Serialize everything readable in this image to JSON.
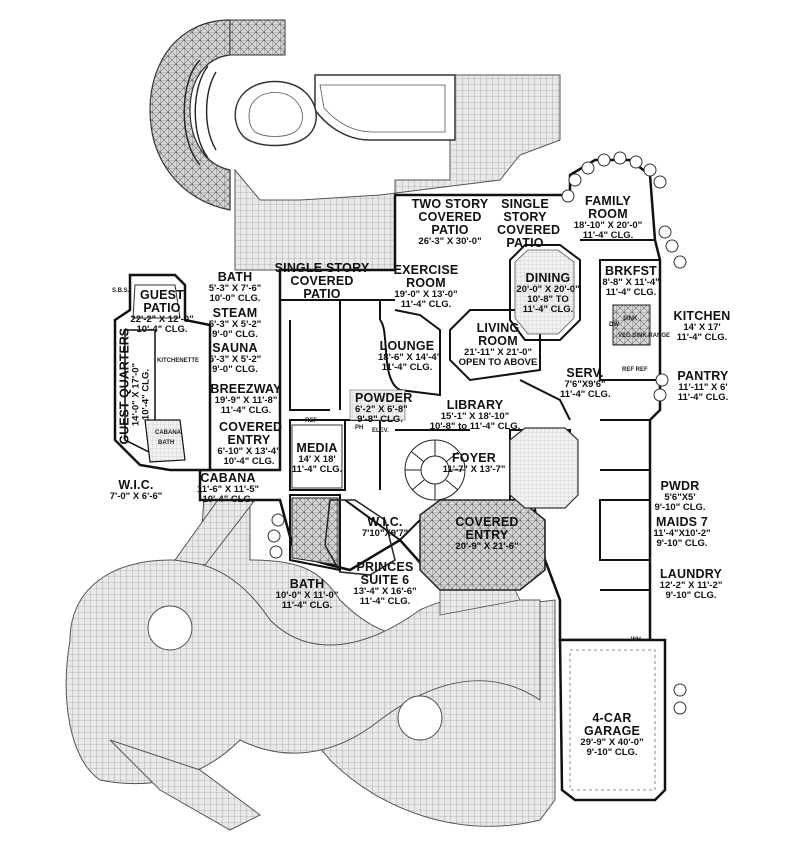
{
  "rooms": {
    "two_story_patio": {
      "name": "TWO STORY COVERED PATIO",
      "dim": "26'-3\" X 30'-0\""
    },
    "single_story_patio_right": {
      "name": "SINGLE STORY COVERED PATIO"
    },
    "family_room": {
      "name": "FAMILY ROOM",
      "dim": "18'-10\" X 20'-0\"",
      "clg": "11'-4\" CLG."
    },
    "single_story_patio_left": {
      "name": "SINGLE STORY COVERED PATIO"
    },
    "exercise_room": {
      "name": "EXERCISE ROOM",
      "dim": "19'-0\" X 13'-0\"",
      "clg": "11'-4\" CLG."
    },
    "dining": {
      "name": "DINING",
      "dim": "20'-0\" X 20'-0\"",
      "clg": "10'-8\" TO 11'-4\" CLG."
    },
    "brkfst": {
      "name": "BRKFST",
      "dim": "8'-8\" X 11'-4\"",
      "clg": "11'-4\" CLG."
    },
    "kitchen": {
      "name": "KITCHEN",
      "dim": "14' X 17'",
      "clg": "11'-4\" CLG."
    },
    "guest_patio": {
      "name": "GUEST PATIO",
      "dim": "22'-2\" X 12'-0\"",
      "clg": "10'-4\" CLG."
    },
    "bath_top": {
      "name": "BATH",
      "dim": "5'-3\" X 7'-6\"",
      "clg": "10'-0\" CLG."
    },
    "steam": {
      "name": "STEAM",
      "dim": "5'-3\" X 5'-2\"",
      "clg": "9'-0\" CLG."
    },
    "sauna": {
      "name": "SAUNA",
      "dim": "5'-3\" X 5'-2\"",
      "clg": "9'-0\" CLG."
    },
    "lounge": {
      "name": "LOUNGE",
      "dim": "18'-6\" X 14'-4\"",
      "clg": "11'-4\" CLG."
    },
    "living_room": {
      "name": "LIVING ROOM",
      "dim": "21'-11\" X 21'-0\"",
      "clg": "OPEN TO ABOVE"
    },
    "serv": {
      "name": "SERV.",
      "dim": "7'6\"X9'6\"",
      "clg": "11'-4\" CLG."
    },
    "pantry": {
      "name": "PANTRY",
      "dim": "11'-11\" X 6'",
      "clg": "11'-4\" CLG."
    },
    "guest_quarters": {
      "name": "GUEST QUARTERS",
      "dim": "14'-0\" X 17'-0\"",
      "clg": "10'-4\" CLG."
    },
    "breezway": {
      "name": "BREEZWAY",
      "dim": "19'-9\" X 11'-8\"",
      "clg": "11'-4\" CLG."
    },
    "powder": {
      "name": "POWDER",
      "dim": "6'-2\" X 6'-8\"",
      "clg": "9'-8\" CLG."
    },
    "library": {
      "name": "LIBRARY",
      "dim": "15'-1\" X 18'-10\"",
      "clg": "10'-8\" to 11'-4\" CLG."
    },
    "covered_entry_left": {
      "name": "COVERED ENTRY",
      "dim": "6'-10\" X 13'-4\"",
      "clg": "10'-4\" CLG."
    },
    "media": {
      "name": "MEDIA",
      "dim": "14' X 18'",
      "clg": "11'-4\" CLG."
    },
    "foyer": {
      "name": "FOYER",
      "dim": "11'-7\" X 13'-7\""
    },
    "cabana": {
      "name": "CABANA",
      "dim": "11'-6\" X 11'-5\"",
      "clg": "10'-4\" CLG."
    },
    "wic_left": {
      "name": "W.I.C.",
      "dim": "7'-0\" X 6'-6\""
    },
    "pwdr": {
      "name": "PWDR",
      "dim": "5'6\"X5'",
      "clg": "9'-10\" CLG."
    },
    "wic_mid": {
      "name": "W.I.C.",
      "dim": "7'10\"X9'7\""
    },
    "covered_entry_main": {
      "name": "COVERED ENTRY",
      "dim": "20'-9\" X 21'-6\""
    },
    "maids": {
      "name": "MAIDS 7",
      "dim": "11'-4\"X10'-2\"",
      "clg": "9'-10\" CLG."
    },
    "laundry": {
      "name": "LAUNDRY",
      "dim": "12'-2\" X 11'-2\"",
      "clg": "9'-10\" CLG."
    },
    "bath_bottom": {
      "name": "BATH",
      "dim": "10'-0\" X 11'-0\"",
      "clg": "11'-4\" CLG."
    },
    "princes_suite": {
      "name": "PRINCES SUITE 6",
      "dim": "13'-4\" X 16'-6\"",
      "clg": "11'-4\" CLG."
    },
    "garage": {
      "name": "4-CAR GARAGE",
      "dim": "29'-9\" X 40'-0\"",
      "clg": "9'-10\" CLG."
    }
  },
  "annotations": {
    "sbs": "S.B.S.",
    "kitchenette": "KITCHENETTE",
    "bath_small": "BATH",
    "cabana_small": "CABANA",
    "elev": "ELEV.",
    "ref": "REF",
    "ref_ref": "REF  REF",
    "veg_sink_range": "VEG SINK RANGE",
    "dw": "DW",
    "sink": "SINK",
    "wh": "WH",
    "ph": "PH"
  }
}
